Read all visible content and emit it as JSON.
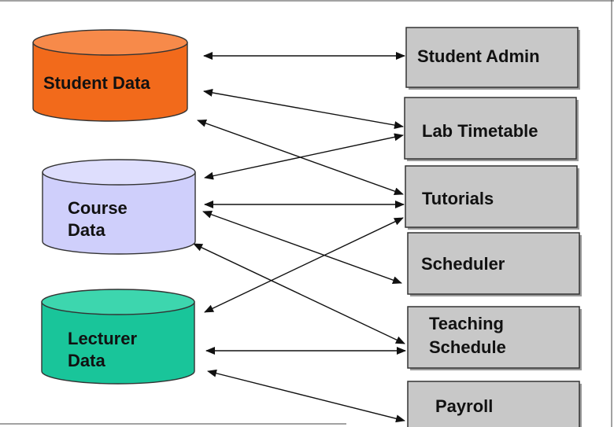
{
  "databases": [
    {
      "id": "student",
      "lines": [
        "Student Data"
      ],
      "color": "#f26a1b",
      "top_color": "#f78a4a"
    },
    {
      "id": "course",
      "lines": [
        "Course",
        "Data"
      ],
      "color": "#cfcffb",
      "top_color": "#dedefd"
    },
    {
      "id": "lecturer",
      "lines": [
        "Lecturer",
        "Data"
      ],
      "color": "#19c59a",
      "top_color": "#3dd6ae"
    }
  ],
  "systems": [
    {
      "id": "student-admin",
      "lines": [
        "Student Admin"
      ]
    },
    {
      "id": "lab-timetable",
      "lines": [
        "Lab Timetable"
      ]
    },
    {
      "id": "tutorials",
      "lines": [
        "Tutorials"
      ]
    },
    {
      "id": "scheduler",
      "lines": [
        "Scheduler"
      ]
    },
    {
      "id": "teaching-schedule",
      "lines": [
        "Teaching",
        "Schedule"
      ]
    },
    {
      "id": "payroll",
      "lines": [
        "Payroll"
      ]
    }
  ],
  "links": [
    {
      "from": "student",
      "to": "student-admin",
      "direction": "both"
    },
    {
      "from": "student",
      "to": "lab-timetable",
      "direction": "both"
    },
    {
      "from": "student",
      "to": "tutorials",
      "direction": "both"
    },
    {
      "from": "course",
      "to": "lab-timetable",
      "direction": "both"
    },
    {
      "from": "course",
      "to": "tutorials",
      "direction": "both"
    },
    {
      "from": "course",
      "to": "scheduler",
      "direction": "both"
    },
    {
      "from": "course",
      "to": "teaching-schedule",
      "direction": "both"
    },
    {
      "from": "lecturer",
      "to": "tutorials",
      "direction": "both"
    },
    {
      "from": "lecturer",
      "to": "teaching-schedule",
      "direction": "both"
    },
    {
      "from": "lecturer",
      "to": "payroll",
      "direction": "both"
    }
  ]
}
